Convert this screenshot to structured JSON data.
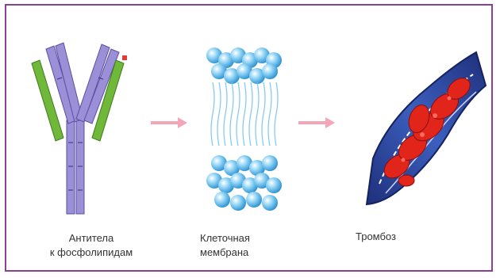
{
  "colors": {
    "frame": "#8a3f99",
    "arrow": "#f3a6b8",
    "antibody_heavy": "#9b8fd8",
    "antibody_light": "#6fb83a",
    "membrane": "#4fb3e6",
    "vessel": "#2f4fa8",
    "clot": "#e1251b"
  },
  "icons": [
    "antibody-icon",
    "cell-membrane-icon",
    "thrombus-vessel-icon",
    "arrow-right-icon"
  ],
  "steps": [
    {
      "line1": "Антитела",
      "line2": "к фосфолипидам"
    },
    {
      "line1": "Клеточная",
      "line2": "мембрана"
    },
    {
      "line1": "Тромбоз",
      "line2": ""
    }
  ]
}
